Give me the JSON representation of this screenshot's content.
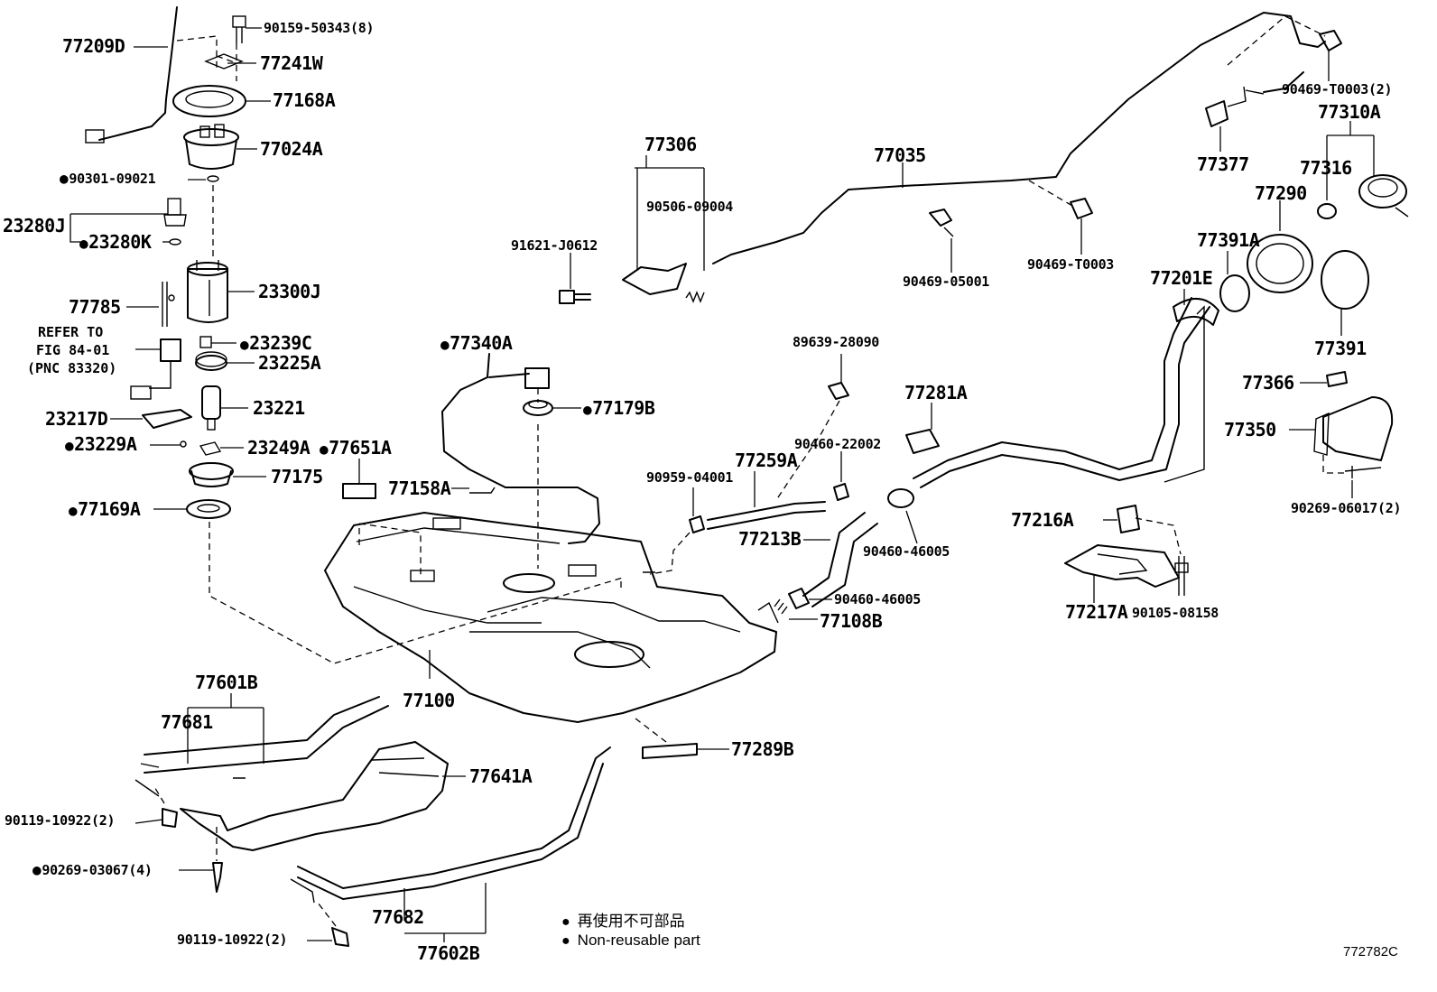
{
  "diagram": {
    "figure_code": "772782C",
    "legend": {
      "jp": "再使用不可部品",
      "en": "Non-reusable part"
    },
    "reference_note": {
      "line1": "REFER TO",
      "line2": "FIG 84-01",
      "line3": "(PNC 83320)"
    },
    "labels": {
      "p77209D": "77209D",
      "p90159_50343": "90159-50343(8)",
      "p77241W": "77241W",
      "p77168A": "77168A",
      "p77024A": "77024A",
      "p90301_09021": "90301-09021",
      "p23280J": "23280J",
      "p23280K": "23280K",
      "p23300J": "23300J",
      "p77785": "77785",
      "p23239C": "23239C",
      "p23225A": "23225A",
      "p23221": "23221",
      "p23217D": "23217D",
      "p23229A": "23229A",
      "p23249A": "23249A",
      "p77651A": "77651A",
      "p77175": "77175",
      "p77169A": "77169A",
      "p77158A": "77158A",
      "p77340A": "77340A",
      "p77179B": "77179B",
      "p77306": "77306",
      "p90506_09004": "90506-09004",
      "p91621_J0612": "91621-J0612",
      "p77035": "77035",
      "p90469_05001": "90469-05001",
      "p90469_T0003": "90469-T0003",
      "p90469_T0003_2": "90469-T0003(2)",
      "p77377": "77377",
      "p77310A": "77310A",
      "p77316": "77316",
      "p77290": "77290",
      "p77391A": "77391A",
      "p77201E": "77201E",
      "p77391": "77391",
      "p77366": "77366",
      "p77350": "77350",
      "p90269_06017": "90269-06017(2)",
      "p89639_28090": "89639-28090",
      "p77281A": "77281A",
      "p90460_22002": "90460-22002",
      "p90959_04001": "90959-04001",
      "p77259A": "77259A",
      "p77213B": "77213B",
      "p90460_46005a": "90460-46005",
      "p90460_46005b": "90460-46005",
      "p77108B": "77108B",
      "p77216A": "77216A",
      "p77217A": "77217A",
      "p90105_08158": "90105-08158",
      "p77100": "77100",
      "p77601B": "77601B",
      "p77681": "77681",
      "p77641A": "77641A",
      "p77289B": "77289B",
      "p90119_10922a": "90119-10922(2)",
      "p90269_03067": "90269-03067(4)",
      "p77682": "77682",
      "p77602B": "77602B",
      "p90119_10922b": "90119-10922(2)"
    }
  }
}
